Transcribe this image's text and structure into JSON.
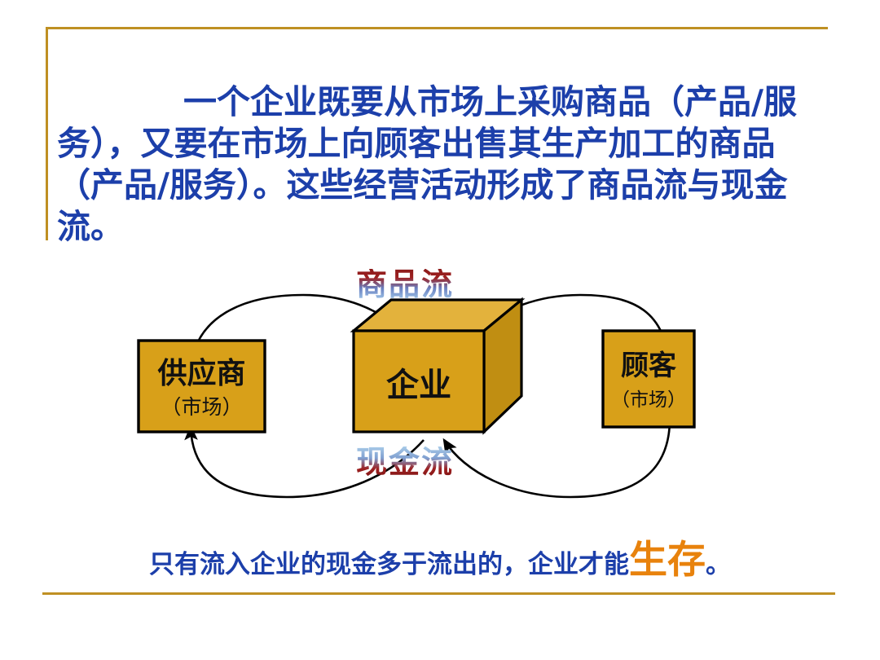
{
  "slide": {
    "background_color": "#ffffff",
    "frame_color": "#bf9023",
    "body_text": "一个企业既要从市场上采购商品（产品/服务），又要在市场上向顾客出售其生产加工的商品（产品/服务）。这些经营活动形成了商品流与现金流。",
    "body_text_color": "#1c3faa"
  },
  "diagram": {
    "nodes": {
      "supplier": {
        "title": "供应商",
        "subtitle": "（市场）",
        "fill_color": "#d8a019",
        "stroke_color": "#000000"
      },
      "enterprise": {
        "title": "企业",
        "fill_color": "#d8a019",
        "top_face_color": "#e3b23c",
        "side_face_color": "#c08e12",
        "stroke_color": "#000000"
      },
      "customer": {
        "title": "顾客",
        "subtitle": "（市场）",
        "fill_color": "#d8a019",
        "stroke_color": "#000000"
      }
    },
    "flows": {
      "goods": {
        "label": "商品流",
        "gradient_top_color": "#8b1a1a",
        "gradient_bottom_color": "#9fc6e8",
        "direction": "supplier → enterprise → customer"
      },
      "cash": {
        "label": "现金流",
        "gradient_top_color": "#a8cbe8",
        "gradient_bottom_color": "#7e1515",
        "direction": "customer → enterprise → supplier"
      }
    },
    "arrow_color": "#000000"
  },
  "footer": {
    "text_before": "只有流入企业的现金多于流出的，企业才能",
    "emphasis": "生存",
    "text_after": "。",
    "text_color": "#1c3faa",
    "emphasis_color": "#e8820c"
  }
}
